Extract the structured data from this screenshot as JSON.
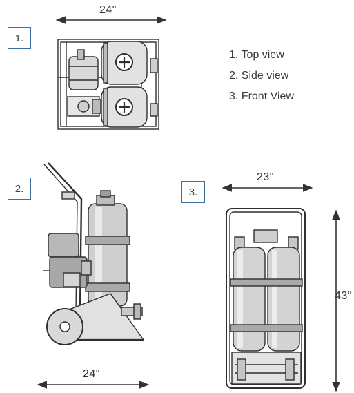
{
  "labels": {
    "view1_box": "1.",
    "view2_box": "2.",
    "view3_box": "3."
  },
  "dimensions": {
    "top_width": "24\"",
    "side_width": "24\"",
    "front_width": "23\"",
    "front_height": "43\""
  },
  "legend": [
    "1. Top view",
    "2. Side view",
    "3. Front View"
  ],
  "colors": {
    "box_border": "#3d6f9e",
    "line": "#333333"
  }
}
